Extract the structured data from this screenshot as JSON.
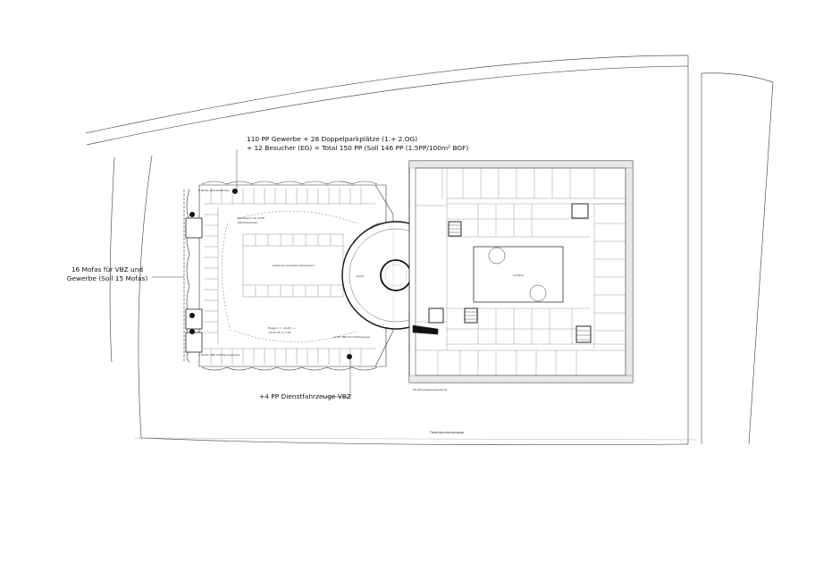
{
  "annotations": {
    "parking_line1": "110 PP Gewerbe + 28 Doppelparkplätze (1.+ 2.OG)",
    "parking_line2": "+ 12 Besucher (EG) = Total 150 PP (Soll 146 PP (1.5PP/100m² BGF)",
    "mofas": "16 Mofas für VBZ und Gewerbe (Soll 15 Mofas)",
    "service_vehicles": "+4 PP Dienstfahrzeuge VBZ"
  },
  "street_label": "Tiefenbrunnenstrasse",
  "ramp_label": "+6.00",
  "atrium_label": "Lichthof",
  "parking_labels": {
    "ramp_top": "Parkstand mit 12 PP",
    "ramp_top_sub": "(Wartebetrieb)",
    "central_ramp": "Gebäude Vorstellen Rampelauf",
    "level_label": "Etage 1 = +6.00 / +",
    "level_sub": "+9.00 20 m 3.96",
    "bottom_row": "+4 PP VBZ Dienstfahrzeuge",
    "mofa_top": "8 Mofas (Wartebetrieb)",
    "mofa_bottom": "4 Mofas VBZ 4 Mofas Gewerbe"
  },
  "office_labels": {
    "bottom_strip": "PP Parkenebene/Gewerbe"
  }
}
